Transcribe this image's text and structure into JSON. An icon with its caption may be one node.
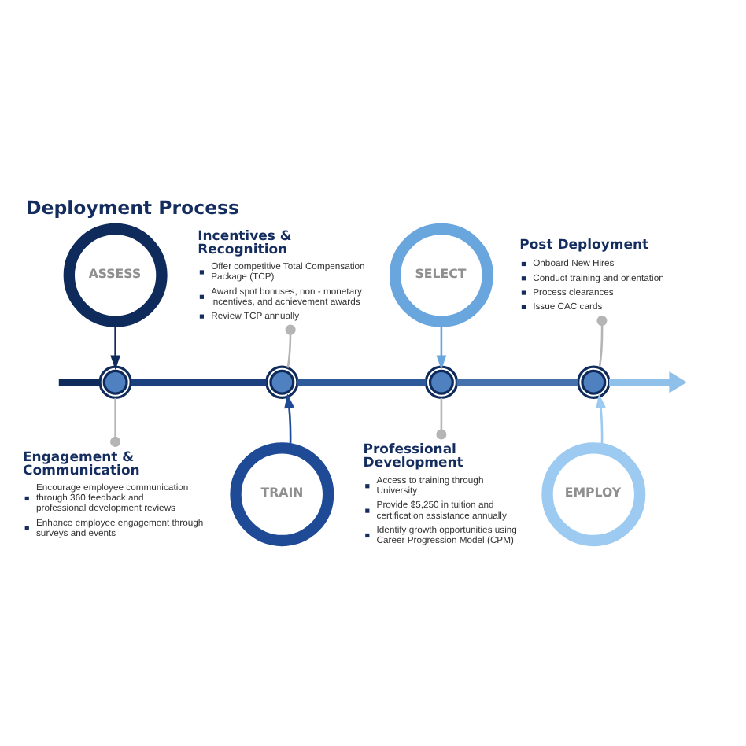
{
  "diagram": {
    "title": "Deployment Process",
    "nodes": [
      {
        "text": [
          "ASSESS"
        ]
      },
      {
        "text": [
          "Incentives & Recognition",
          "Offer competitive Total Compensation Package (TCP)",
          "Award spot bonuses, non - monetary incentives, and achievement awards",
          "Review TCP annually"
        ]
      },
      {
        "text": [
          "SELECT"
        ]
      },
      {
        "text": [
          "Post Deployment",
          "Onboard New Hires",
          "Conduct training and orientation",
          "Process clearances",
          "Issue CAC cards"
        ]
      },
      {
        "text": [],
        "shape": "circle"
      },
      {
        "text": [],
        "shape": "circle"
      },
      {
        "text": [],
        "shape": "circle"
      },
      {
        "text": [],
        "shape": "circle"
      },
      {
        "text": [
          "Engagement & Communication",
          "Encourage employee communication through 360 feedback and professional development reviews",
          "Enhance employee engagement through surveys and events"
        ]
      },
      {
        "text": [
          "TRAIN"
        ]
      },
      {
        "text": [
          "Professional Development",
          "Access to training through University",
          "Provide $5,250 in tuition and certification assistance annually",
          "Identify growth opportunities using Career Progression Model (CPM)"
        ]
      },
      {
        "text": [
          "EMPLOY"
        ]
      }
    ],
    "edges": [
      {
        "from": null,
        "to": 4,
        "arrow": "none",
        "style": "thick",
        "color": "#0f2b5b"
      },
      {
        "from": 4,
        "to": 5,
        "arrow": "none",
        "style": "thick",
        "color": "#1c3f7d"
      },
      {
        "from": 5,
        "to": 6,
        "arrow": "none",
        "style": "thick",
        "color": "#2c5a9b"
      },
      {
        "from": 6,
        "to": 7,
        "arrow": "none",
        "style": "thick",
        "color": "#4671ad"
      },
      {
        "from": 7,
        "to": null,
        "arrow": "to",
        "style": "thick",
        "color": "#8fc0ea"
      },
      {
        "from": 0,
        "to": 4,
        "arrow": "to",
        "color": "#0f2b5b"
      },
      {
        "from": 5,
        "to": 1,
        "arrow": "other"
      },
      {
        "from": 2,
        "to": 6,
        "arrow": "to",
        "color": "#6aa6de"
      },
      {
        "from": 7,
        "to": 3,
        "arrow": "other"
      },
      {
        "from": 4,
        "to": 8,
        "arrow": "other"
      },
      {
        "from": 9,
        "to": 5,
        "arrow": "to",
        "color": "#1f4a96"
      },
      {
        "from": 6,
        "to": 10,
        "arrow": "other"
      },
      {
        "from": 11,
        "to": 7,
        "arrow": "to",
        "color": "#9dcaf0"
      }
    ]
  }
}
